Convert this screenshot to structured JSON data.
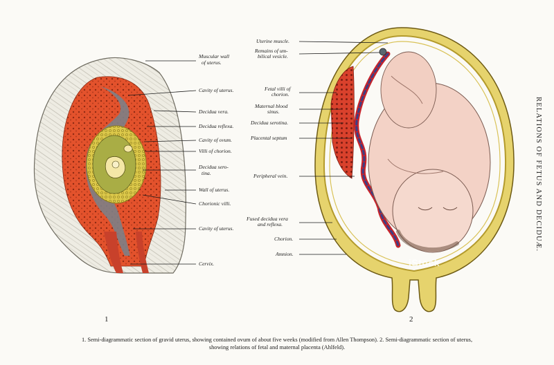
{
  "side_title": "RELATIONS OF FETUS AND DECIDUÆ.",
  "figure1": {
    "number": "1",
    "labels": {
      "muscular_wall_1": "Muscular wall",
      "muscular_wall_2": "of uterus.",
      "cavity_upper": "Cavity of uterus.",
      "decidua_vera": "Decidua vera.",
      "decidua_reflexa": "Decidua reflexa.",
      "cavity_ovum": "Cavity of ovum.",
      "villi_chorion": "Villi of chorion.",
      "decidua_serotina_1": "Decidua sero-",
      "decidua_serotina_2": "tina.",
      "wall_uterus": "Wall of uterus.",
      "chorionic_villi": "Chorionic villi.",
      "cavity_lower": "Cavity of uterus.",
      "cervix": "Cervix."
    }
  },
  "figure2": {
    "number": "2",
    "labels": {
      "uterine_muscle": "Uterine muscle.",
      "umbilical_1": "Remains of um-",
      "umbilical_2": "bilical vesicle.",
      "fetal_villi_1": "Fetal villi of",
      "fetal_villi_2": "chorion.",
      "maternal_blood_1": "Maternal blood",
      "maternal_blood_2": "sinus.",
      "decidua_serotina": "Decidua serotina.",
      "placental_septum": "Placental septum",
      "peripheral_vein": "Peripheral vein.",
      "fused_1": "Fused decidua vera",
      "fused_2": "and reflexa.",
      "chorion": "Chorion.",
      "amnion": "Amnion."
    }
  },
  "caption": {
    "line1": "1. Semi-diagrammatic section of gravid uterus, showing contained ovum of about five weeks (modified from Allen Thompson).   2. Semi-diagrammatic section of uterus,",
    "line2": "showing relations of fetal and maternal placenta (Ahlfeld)."
  },
  "watermark": "iStock",
  "colors": {
    "muscle_outer": "#eceadf",
    "decidua_red": "#e4552f",
    "decidua_gray": "#7d7f86",
    "chorion_yellow": "#dcc84a",
    "ovum_green": "#a9ad45",
    "uterus_wall_yellow": "#e6d36d",
    "fetus_pink": "#f3d2c6",
    "vessel_red": "#c8242b",
    "vessel_blue": "#3d3f85"
  }
}
